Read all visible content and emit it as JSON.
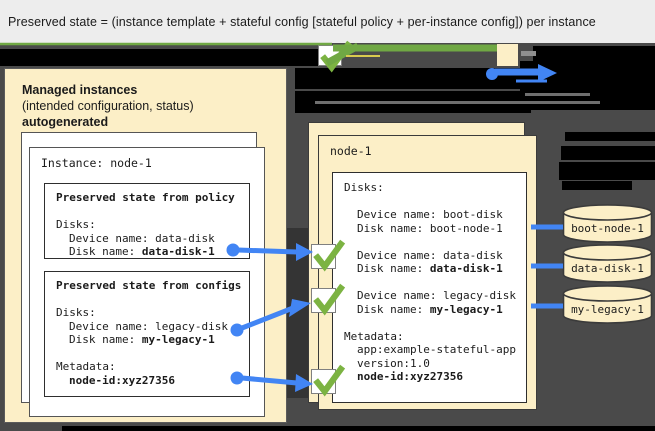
{
  "title": "Preserved state = (instance template + stateful config [stateful policy + per-instance config]) per instance",
  "colors": {
    "panel_beige": "#FCEFC7",
    "check_green": "#7CB342",
    "arrow_green": "#70A844",
    "arrow_blue": "#4285F4",
    "background_dark": "#4A4A4A",
    "title_bg": "#EDEDED"
  },
  "icons": {
    "checkmark": "✓",
    "disk_cylinder": "database-cylinder"
  },
  "left_panel": {
    "heading_bold": "Managed instances",
    "heading_sub": "(intended configuration, status)",
    "heading_bold2": "autogenerated",
    "instance_label": "Instance: node-1",
    "policy_box": {
      "title": "Preserved state from policy",
      "disks_label": "Disks:",
      "device_line": "Device name: data-disk",
      "disk_prefix": "Disk name: ",
      "disk_value": "data-disk-1"
    },
    "configs_box": {
      "title": "Preserved state from configs",
      "disks_label": "Disks:",
      "device_line": "Device name: legacy-disk",
      "disk_prefix": "Disk name: ",
      "disk_value": "my-legacy-1",
      "metadata_label": "Metadata:",
      "metadata_value": "node-id:xyz27356"
    }
  },
  "vm_panel": {
    "name": "node-1",
    "disks_label": "Disks:",
    "entries": [
      {
        "device": "Device name: boot-disk",
        "disk_prefix": "Disk name: ",
        "disk_value": "boot-node-1"
      },
      {
        "device": "Device name: data-disk",
        "disk_prefix": "Disk name: ",
        "disk_value": "data-disk-1"
      },
      {
        "device": "Device name: legacy-disk",
        "disk_prefix": "Disk name: ",
        "disk_value": "my-legacy-1"
      }
    ],
    "metadata_label": "Metadata:",
    "metadata_app": "app:example-stateful-app",
    "metadata_version": "version:1.0",
    "metadata_node_id": "node-id:xyz27356"
  },
  "disks": [
    {
      "label": "boot-node-1"
    },
    {
      "label": "data-disk-1"
    },
    {
      "label": "my-legacy-1"
    }
  ]
}
